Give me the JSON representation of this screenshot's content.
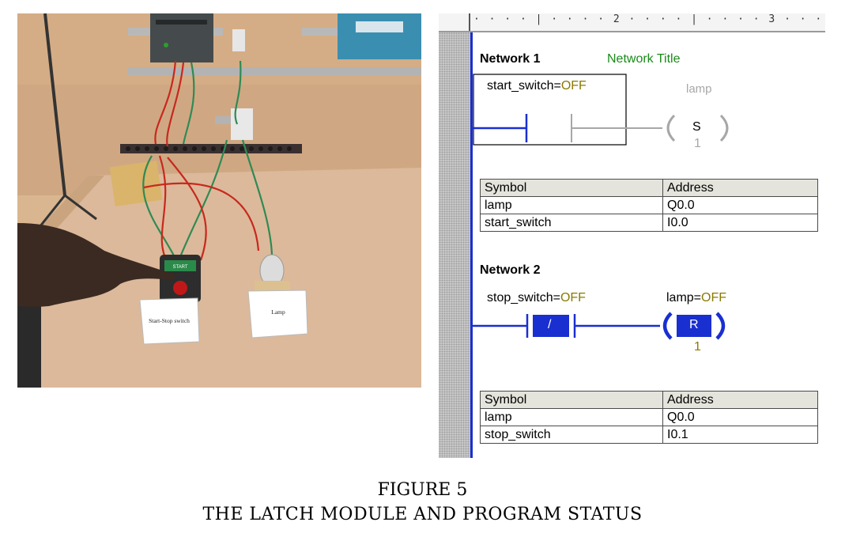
{
  "photo": {
    "sign_left": "Start-Stop switch",
    "sign_right": "Lamp",
    "button_text": "START"
  },
  "ladder": {
    "ruler_text": "· · · · | · · · · 2 · · · · | · · · · 3 · · · ·",
    "network1": {
      "header": "Network 1",
      "title": "Network Title",
      "contact_name": "start_switch=",
      "contact_state": "OFF",
      "coil_name": "lamp",
      "coil_op": "S",
      "coil_count": "1",
      "table": {
        "headers": [
          "Symbol",
          "Address"
        ],
        "rows": [
          [
            "lamp",
            "Q0.0"
          ],
          [
            "start_switch",
            "I0.0"
          ]
        ]
      }
    },
    "network2": {
      "header": "Network 2",
      "contact_name": "stop_switch=",
      "contact_state": "OFF",
      "contact_op": "/",
      "coil_name": "lamp=",
      "coil_state": "OFF",
      "coil_op": "R",
      "coil_count": "1",
      "table": {
        "headers": [
          "Symbol",
          "Address"
        ],
        "rows": [
          [
            "lamp",
            "Q0.0"
          ],
          [
            "stop_switch",
            "I0.1"
          ]
        ]
      }
    },
    "colors": {
      "rail": "#1a2fd0",
      "active_fill": "#1a2fd0",
      "state": "#8a7a00",
      "title": "#1a8a1a",
      "inactive": "#a7a7a7"
    }
  },
  "caption": {
    "number": "FIGURE 5",
    "title": "THE LATCH MODULE AND PROGRAM STATUS"
  }
}
